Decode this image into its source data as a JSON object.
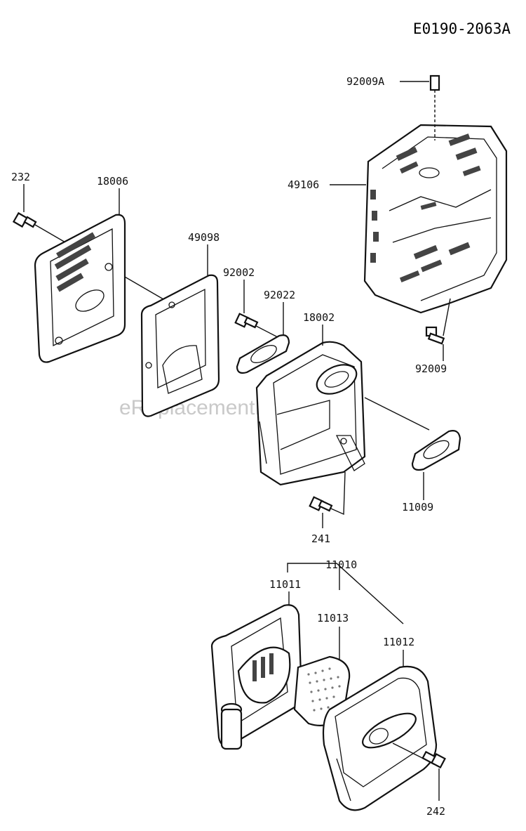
{
  "diagram": {
    "code": "E0190-2063A",
    "watermark": "eReplacementParts.com",
    "labels": {
      "p92009A": "92009A",
      "p49106": "49106",
      "p232": "232",
      "p18006": "18006",
      "p49098": "49098",
      "p92002": "92002",
      "p92022": "92022",
      "p18002": "18002",
      "p92009": "92009",
      "p11009": "11009",
      "p241": "241",
      "p11010": "11010",
      "p11011": "11011",
      "p11013": "11013",
      "p11012": "11012",
      "p242": "242"
    }
  }
}
